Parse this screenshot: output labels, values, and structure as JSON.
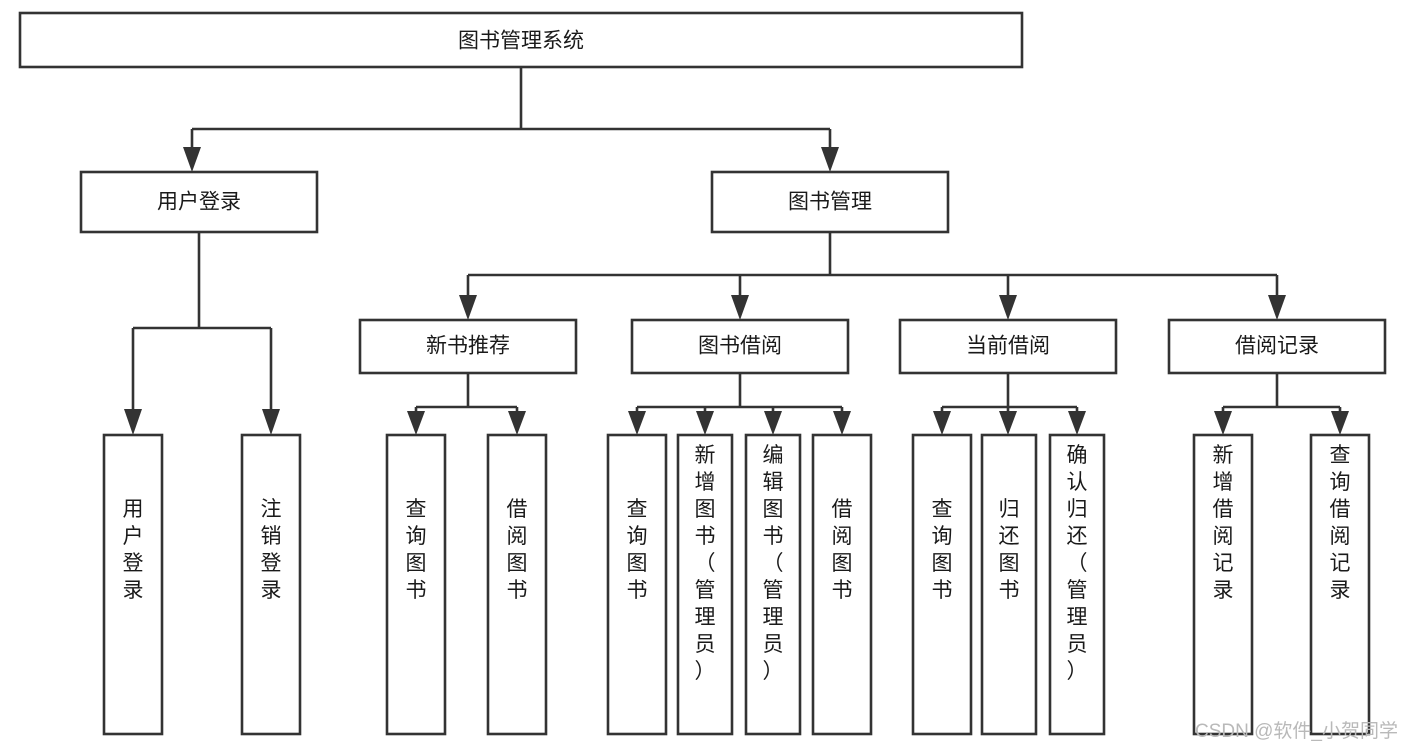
{
  "diagram": {
    "title": "图书管理系统",
    "type": "tree-hierarchy-chart",
    "orientation": "top-down",
    "colors": {
      "box_stroke": "#333333",
      "box_fill": "#ffffff",
      "connector": "#333333",
      "label_text": "#1a1a1a",
      "watermark": "#b9b9b9",
      "background": "#ffffff"
    },
    "root": {
      "label": "图书管理系统"
    },
    "level2": [
      {
        "label": "用户登录"
      },
      {
        "label": "图书管理"
      }
    ],
    "level3": [
      {
        "label": "新书推荐"
      },
      {
        "label": "图书借阅"
      },
      {
        "label": "当前借阅"
      },
      {
        "label": "借阅记录"
      }
    ],
    "leaves": {
      "user_login": [
        {
          "label": "用户登录"
        },
        {
          "label": "注销登录"
        }
      ],
      "new_book_recommend": [
        {
          "label": "查询图书"
        },
        {
          "label": "借阅图书"
        }
      ],
      "book_borrow": [
        {
          "label": "查询图书"
        },
        {
          "label": "新增图书（管理员）"
        },
        {
          "label": "编辑图书（管理员）"
        },
        {
          "label": "借阅图书"
        }
      ],
      "current_borrow": [
        {
          "label": "查询图书"
        },
        {
          "label": "归还图书"
        },
        {
          "label": "确认归还（管理员）"
        }
      ],
      "borrow_record": [
        {
          "label": "新增借阅记录"
        },
        {
          "label": "查询借阅记录"
        }
      ]
    },
    "watermark": "CSDN @软件_小贺同学"
  }
}
